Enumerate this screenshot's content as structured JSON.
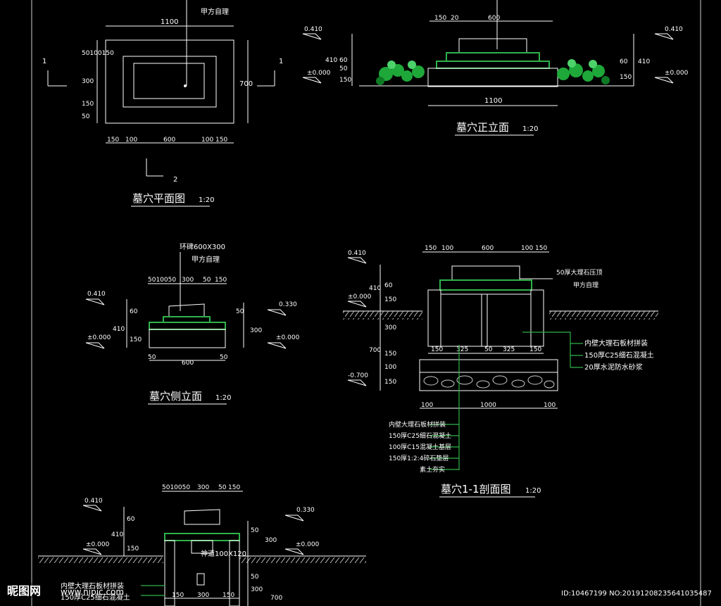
{
  "plan": {
    "title": "墓穴平面图",
    "scale": "1:20",
    "top_dim": "1100",
    "note": "甲方自理",
    "bottom_dims": [
      "150",
      "100",
      "600",
      "100",
      "150"
    ],
    "left_dims": [
      "50100150",
      "300",
      "150",
      "50"
    ],
    "right_dim": "700",
    "section_mark_1": "1",
    "section_mark_2": "2"
  },
  "front": {
    "title": "墓穴正立面",
    "scale": "1:20",
    "top_dims": [
      "150",
      "20",
      "600"
    ],
    "level_left_top": "0.410",
    "level_left_bottom": "±0.000",
    "level_right_top": "0.410",
    "level_right_bottom": "±0.000",
    "left_dims": [
      "410",
      "60",
      "50",
      "150"
    ],
    "right_dims": [
      "410",
      "60",
      "150"
    ],
    "bottom_dim": "1100"
  },
  "side": {
    "title": "墓穴侧立面",
    "scale": "1:20",
    "note1": "环碑600X300",
    "note2": "甲方自理",
    "top_dims": [
      "5010050",
      "300",
      "50",
      "150"
    ],
    "level_top_left": "0.410",
    "level_top_right": "0.330",
    "level_bottom_left": "±0.000",
    "level_bottom_right": "±0.000",
    "left_dims": [
      "410",
      "60",
      "150"
    ],
    "right_dims": [
      "50",
      "300"
    ],
    "bottom_dims": [
      "50",
      "600",
      "50"
    ]
  },
  "section": {
    "title": "墓穴1-1剖面图",
    "scale": "1:20",
    "top_dims": [
      "150",
      "100",
      "600",
      "100",
      "150"
    ],
    "level_top": "0.410",
    "level_mid": "±0.000",
    "level_bottom": "-0.700",
    "left_dims": [
      "410",
      "60",
      "150",
      "300",
      "700",
      "150",
      "100",
      "150"
    ],
    "inner_dims": [
      "150",
      "325",
      "50",
      "325",
      "150"
    ],
    "bottom_dims": [
      "100",
      "1000",
      "100"
    ],
    "label_cap1": "50厚大理石压顶",
    "label_cap2": "甲方自理",
    "labels_right": [
      "内壁大理石板材拼装",
      "150厚C25细石混凝土",
      "20厚水泥防水砂浆"
    ],
    "labels_bottom": [
      "内壁大理石板材拼装",
      "150厚C25细石混凝土",
      "100厚C15混凝土基层",
      "150厚1:2:4碎石垫层",
      "素土夯实"
    ]
  },
  "lower": {
    "top_dims": [
      "5010050",
      "300",
      "50",
      "150"
    ],
    "level_top_left": "0.410",
    "level_top_right": "0.330",
    "level_mid_left": "±0.000",
    "level_mid_right": "±0.000",
    "left_dims": [
      "410",
      "60",
      "150"
    ],
    "note": "神道100X120",
    "right_dims": [
      "50",
      "300",
      "50",
      "300"
    ],
    "labels": [
      "内壁大理石板材拼装",
      "150厚C25细石混凝土"
    ],
    "bottom_dims": [
      "150",
      "300",
      "150",
      "700"
    ]
  },
  "watermark": {
    "logo": "昵图网",
    "url": "www.nipic.com",
    "id": "ID:10467199 NO:20191208235641035487"
  },
  "colors": {
    "background": "#000000",
    "lines": "#ffffff",
    "accent": "#2fb24a"
  }
}
